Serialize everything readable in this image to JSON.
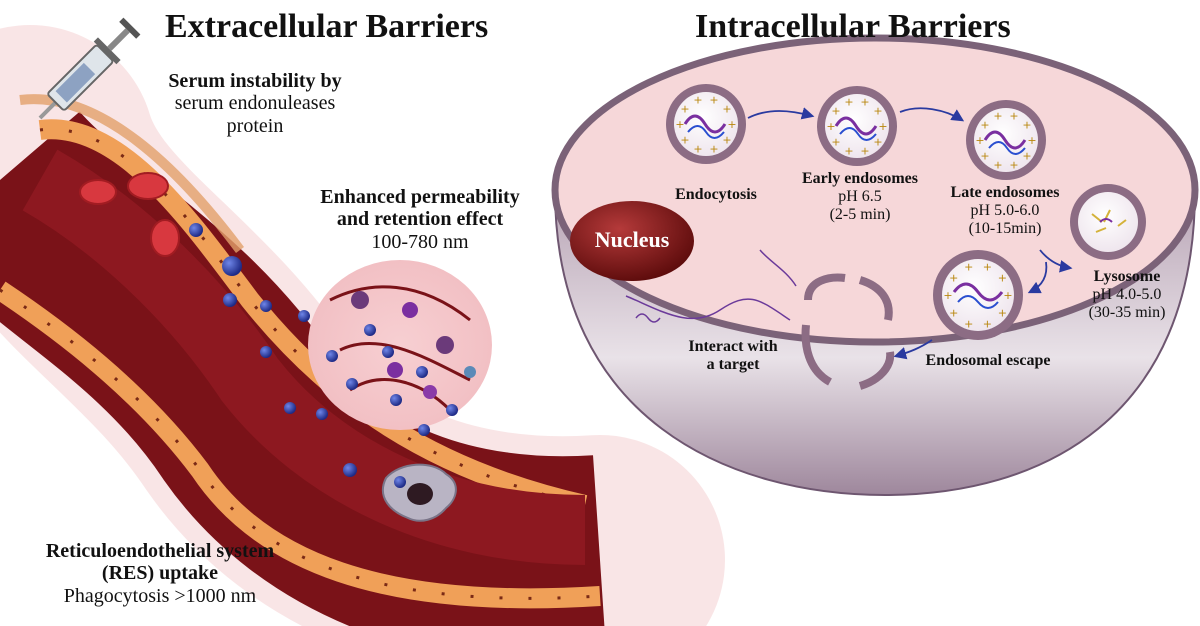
{
  "titles": {
    "extracellular": "Extracellular Barriers",
    "intracellular": "Intracellular Barriers"
  },
  "serum": {
    "line1": "Serum instability by",
    "line2": "serum endonuleases",
    "line3": "protein"
  },
  "epr": {
    "line1": "Enhanced permeability",
    "line2": "and retention effect",
    "line3": "100-780 nm"
  },
  "res": {
    "line1": "Reticuloendothelial system",
    "line2": "(RES) uptake",
    "line3": "Phagocytosis >1000 nm"
  },
  "nucleus": "Nucleus",
  "endocytosis": "Endocytosis",
  "early_endosomes": {
    "name": "Early endosomes",
    "ph": "pH 6.5",
    "time": "(2-5 min)"
  },
  "late_endosomes": {
    "name": "Late endosomes",
    "ph": "pH 5.0-6.0",
    "time": "(10-15min)"
  },
  "lysosome": {
    "name": "Lysosome",
    "ph": "pH 4.0-5.0",
    "time": "(30-35 min)"
  },
  "endosomal_escape": "Endosomal escape",
  "interact": {
    "line1": "Interact with",
    "line2": "a target"
  },
  "colors": {
    "vessel_lumen": "#7a1218",
    "vessel_wall": "#f0a058",
    "cell_interior": "#f6d7d9",
    "cell_rim": "#8c6c84",
    "nucleus": "#7a1515",
    "nanoparticle": "#2c3ea8",
    "rbc": "#d8383f",
    "arrow": "#2a3aa0"
  }
}
